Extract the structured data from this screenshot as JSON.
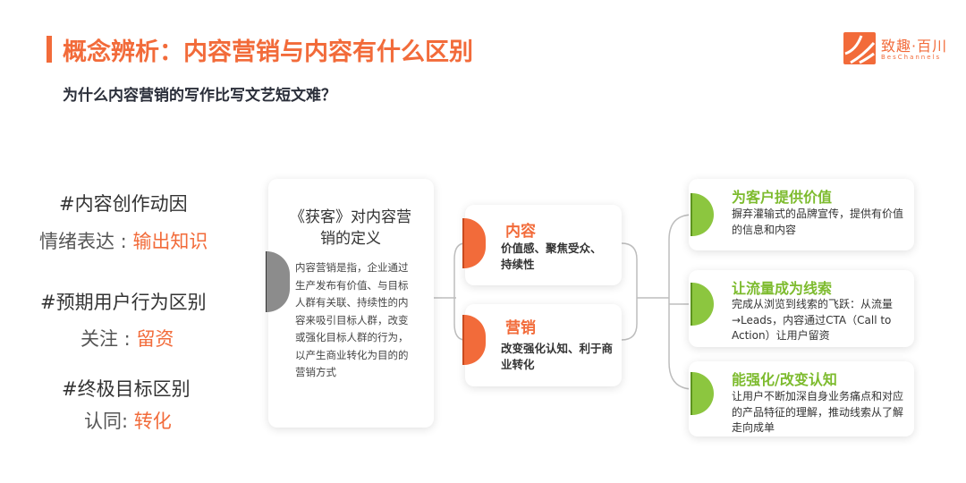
{
  "header": {
    "title": "概念辨析：内容营销与内容有什么区别",
    "subtitle": "为什么内容营销的写作比写文艺短文难？"
  },
  "logo": {
    "name": "致趣·百川",
    "sub": "BesChannels"
  },
  "left_column": {
    "items": [
      {
        "heading": "#内容创作动因",
        "label": "情绪表达 : ",
        "highlight": "输出知识"
      },
      {
        "heading": "#预期用户行为区别",
        "label": "关注 : ",
        "highlight": "留资"
      },
      {
        "heading": "#终极目标区别",
        "label": "认同: ",
        "highlight": "转化"
      }
    ]
  },
  "definition": {
    "title": "《获客》对内容营销的定义",
    "body": "内容营销是指，企业通过生产发布有价值、与目标人群有关联、持续性的内容来吸引目标人群，改变或强化目标人群的行为，以产生商业转化为目的的营销方式"
  },
  "middle": {
    "content": {
      "title": "内容",
      "body": "价值感、聚焦受众、持续性"
    },
    "marketing": {
      "title": "营销",
      "body": "改变强化认知、利于商业转化"
    }
  },
  "right": {
    "items": [
      {
        "title": "为客户提供价值",
        "body": "摒弃灌输式的品牌宣传，提供有价值的信息和内容"
      },
      {
        "title": "让流量成为线索",
        "body": "完成从浏览到线索的飞跃：从流量→Leads，内容通过CTA（Call to Action）让用户留资"
      },
      {
        "title": "能强化/改变认知",
        "body": "让用户不断加深自身业务痛点和对应的产品特征的理解，推动线索从了解走向成单"
      }
    ]
  },
  "colors": {
    "accent": "#f26b3a",
    "green": "#8cc63f",
    "gray": "#8c8c8c"
  }
}
